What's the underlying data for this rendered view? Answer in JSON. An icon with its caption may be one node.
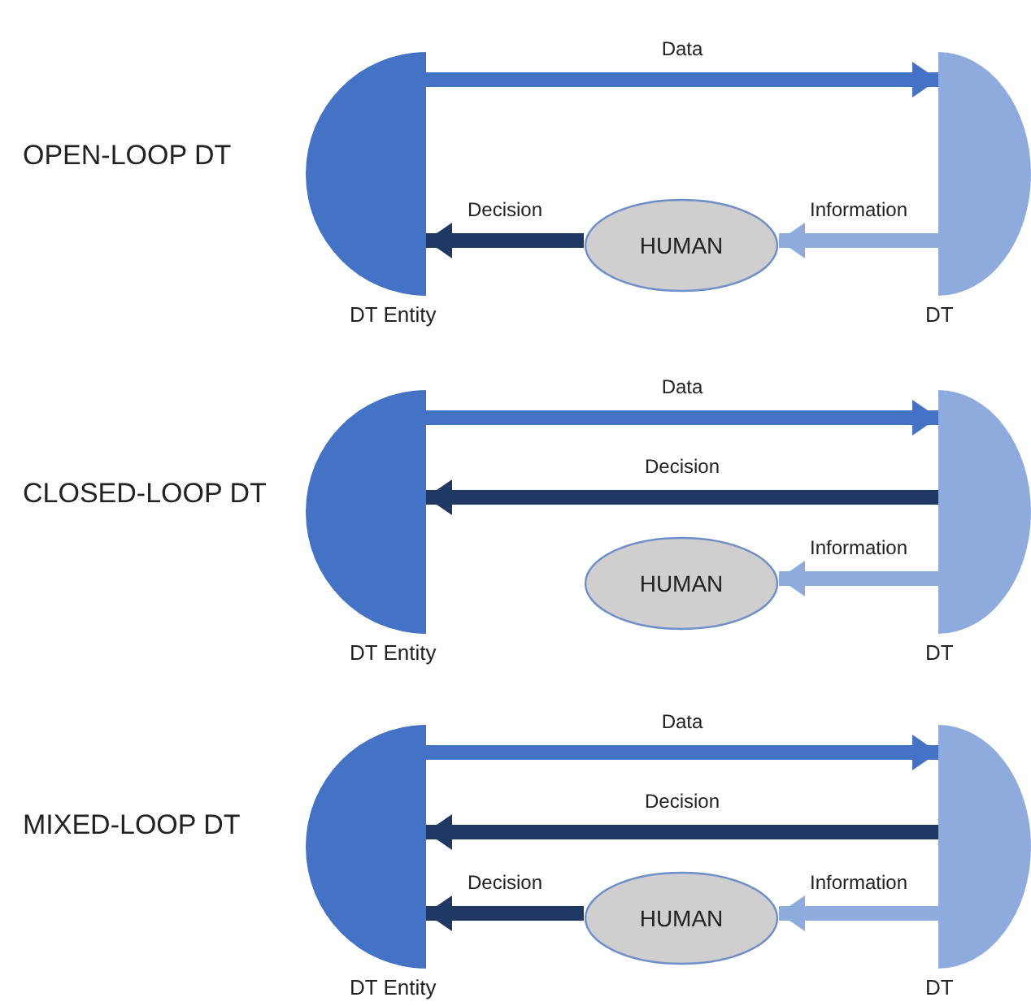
{
  "diagram": {
    "nodes": [
      {
        "text": [],
        "shape": "semicircle",
        "beside": [
          "DT Entity"
        ]
      },
      {
        "text": [
          "HUMAN"
        ]
      },
      {
        "text": [],
        "shape": "semicircle",
        "beside": [
          "DT"
        ]
      },
      {
        "text": [],
        "shape": "semicircle",
        "beside": [
          "DT Entity"
        ]
      },
      {
        "text": [
          "HUMAN"
        ]
      },
      {
        "text": [],
        "shape": "semicircle",
        "beside": [
          "DT"
        ]
      },
      {
        "text": [],
        "shape": "semicircle",
        "beside": [
          "DT Entity"
        ]
      },
      {
        "text": [
          "HUMAN"
        ]
      },
      {
        "text": [],
        "shape": "semicircle",
        "beside": [
          "DT"
        ]
      }
    ],
    "edges": [
      {
        "from": 0,
        "to": 2,
        "arrow": "to",
        "label": "Data",
        "color": "#4472c4"
      },
      {
        "from": 1,
        "to": 0,
        "arrow": "to",
        "label": "Decision",
        "color": "#203864"
      },
      {
        "from": 2,
        "to": 1,
        "arrow": "to",
        "label": "Information",
        "color": "#8faadc"
      },
      {
        "from": 3,
        "to": 5,
        "arrow": "to",
        "label": "Data",
        "color": "#4472c4"
      },
      {
        "from": 5,
        "to": 3,
        "arrow": "to",
        "label": "Decision",
        "color": "#203864"
      },
      {
        "from": 5,
        "to": 4,
        "arrow": "to",
        "label": "Information",
        "color": "#8faadc"
      },
      {
        "from": 6,
        "to": 8,
        "arrow": "to",
        "label": "Data",
        "color": "#4472c4"
      },
      {
        "from": 8,
        "to": 6,
        "arrow": "to",
        "label": "Decision",
        "color": "#203864"
      },
      {
        "from": 7,
        "to": 6,
        "arrow": "to",
        "label": "Decision",
        "color": "#203864"
      },
      {
        "from": 8,
        "to": 7,
        "arrow": "to",
        "label": "Information",
        "color": "#8faadc"
      }
    ],
    "labels": [
      "OPEN-LOOP DT",
      "CLOSED-LOOP DT",
      "MIXED-LOOP DT"
    ]
  }
}
